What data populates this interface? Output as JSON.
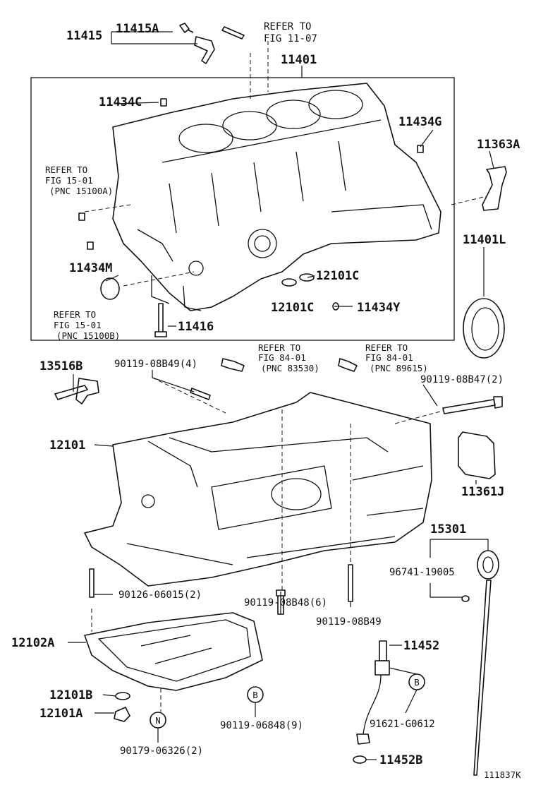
{
  "labels": {
    "p11415": "11415",
    "p11415A": "11415A",
    "refer_11_07_a": "REFER TO",
    "refer_11_07_b": "FIG 11-07",
    "p11401": "11401",
    "p11434C": "11434C",
    "p11434G": "11434G",
    "p11363A": "11363A",
    "refer_15_01_a_1": "REFER TO",
    "refer_15_01_a_2": "FIG 15-01",
    "refer_15_01_a_3": "(PNC 15100A)",
    "p11434M": "11434M",
    "p12101C_a": "12101C",
    "p12101C_b": "12101C",
    "p11434Y": "11434Y",
    "p11401L": "11401L",
    "refer_15_01_b_1": "REFER TO",
    "refer_15_01_b_2": "FIG 15-01",
    "refer_15_01_b_3": "(PNC 15100B)",
    "p11416": "11416",
    "p13516B": "13516B",
    "p90119_08B49_4": "90119-08B49(4)",
    "refer_84_01_a_1": "REFER TO",
    "refer_84_01_a_2": "FIG 84-01",
    "refer_84_01_a_3": "(PNC 83530)",
    "refer_84_01_b_1": "REFER TO",
    "refer_84_01_b_2": "FIG 84-01",
    "refer_84_01_b_3": "(PNC 89615)",
    "p90119_08B47_2": "90119-08B47(2)",
    "p12101": "12101",
    "p11361J": "11361J",
    "p15301": "15301",
    "p96741_19005": "96741-19005",
    "p90126_06015_2": "90126-06015(2)",
    "p90119_08B48_6": "90119-08B48(6)",
    "p90119_08B49": "90119-08B49",
    "p12102A": "12102A",
    "p11452": "11452",
    "p12101B": "12101B",
    "p12101A": "12101A",
    "p90119_06848_9": "90119-06848(9)",
    "p91621_G0612": "91621-G0612",
    "p90179_06326_2": "90179-06326(2)",
    "p11452B": "11452B",
    "callout_N": "N",
    "callout_B_1": "B",
    "callout_B_2": "B",
    "figure_code": "111837K"
  }
}
